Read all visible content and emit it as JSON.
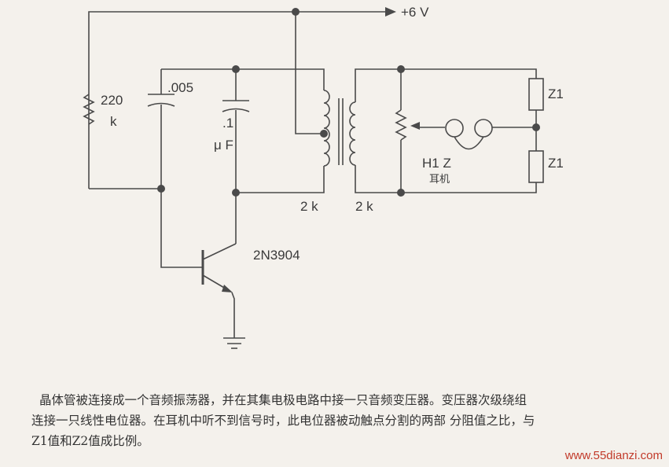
{
  "labels": {
    "supply": "+6 V",
    "r1": "220",
    "r1_unit": "k",
    "c1": ".005",
    "c2": ".1",
    "c2_unit": "μ F",
    "xfmr_primary": "2 k",
    "xfmr_secondary": "2 k",
    "transistor": "2N3904",
    "headphone": "H1 Z",
    "headphone_cn": "耳机",
    "z_top": "Z1",
    "z_bottom": "Z1"
  },
  "caption": {
    "line1": "晶体管被连接成一个音频振荡器，并在其集电极电路中接一只音频变压器。变压器次级绕组",
    "line2": "连接一只线性电位器。在耳机中听不到信号时，此电位器被动触点分割的两部 分阻值之比，与",
    "line3": "Z1值和Z2值成比例。"
  },
  "watermark": "www.55dianzi.com",
  "colors": {
    "ink": "#4a4a4a",
    "paper": "#f4f1ec",
    "watermark": "#c23a2a"
  }
}
